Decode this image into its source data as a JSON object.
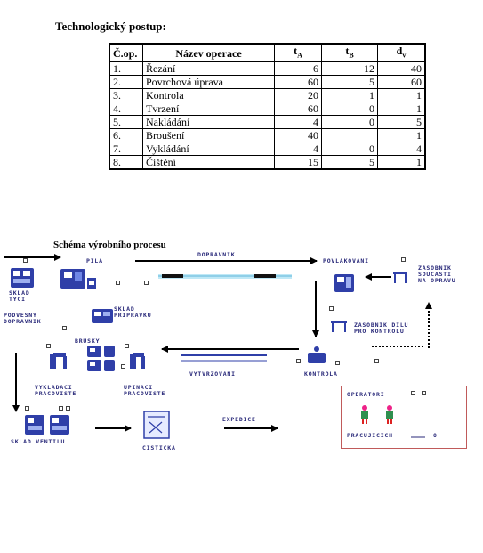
{
  "heading_table": "Technologický postup:",
  "table": {
    "headers": {
      "cop": "Č.op.",
      "name": "Název operace",
      "ta": "t",
      "ta_sub": "A",
      "tb": "t",
      "tb_sub": "B",
      "dv": "d",
      "dv_sub": "v"
    },
    "rows": [
      {
        "cop": "1.",
        "name": "Řezání",
        "ta": "6",
        "tb": "12",
        "dv": "40"
      },
      {
        "cop": "2.",
        "name": "Povrchová úprava",
        "ta": "60",
        "tb": "5",
        "dv": "60"
      },
      {
        "cop": "3.",
        "name": "Kontrola",
        "ta": "20",
        "tb": "1",
        "dv": "1"
      },
      {
        "cop": "4.",
        "name": "Tvrzení",
        "ta": "60",
        "tb": "0",
        "dv": "1"
      },
      {
        "cop": "5.",
        "name": "Nakládání",
        "ta": "4",
        "tb": "0",
        "dv": "5"
      },
      {
        "cop": "6.",
        "name": "Broušení",
        "ta": "40",
        "tb": "",
        "dv": "1"
      },
      {
        "cop": "7.",
        "name": "Vykládání",
        "ta": "4",
        "tb": "0",
        "dv": "4"
      },
      {
        "cop": "8.",
        "name": "Čištění",
        "ta": "15",
        "tb": "5",
        "dv": "1"
      }
    ]
  },
  "heading_diagram": "Schéma výrobního procesu",
  "diagram": {
    "labels": {
      "pila": "PILA",
      "dopravnik": "DOPRAVNIK",
      "povlakovani": "POVLAKOVANI",
      "zasobnik_soucasti": "ZASOBNIK\nSOUCASTI\nNA OPRAVU",
      "sklad_tyci": "SKLAD\nTYCI",
      "sklad_pripravku": "SKLAD\nPRIPRAVKU",
      "podvesny_dopravnik": "PODVESNY\nDOPRAVNIK",
      "zasobnik_dilu": "ZASOBNIK DILU\nPRO KONTROLU",
      "brusky": "BRUSKY",
      "vytvrzovani": "VYTVRZOVANI",
      "kontrola": "KONTROLA",
      "vykladaci": "VYKLADACI\nPRACOVISTE",
      "upinaci": "UPINACI\nPRACOVISTE",
      "operatori": "OPERATORI",
      "pracujicich": "PRACUJICICH",
      "pracujicich_count": "0",
      "expedice": "EXPEDICE",
      "sklad_ventilu": "SKLAD VENTILU",
      "cisticka": "CISTICKA"
    },
    "colors": {
      "machine": "#2f3fa8",
      "arrow": "#000000",
      "operator_box": "#c05a5a",
      "label": "#2a2a7a",
      "conveyor": "#8fd4ee"
    }
  }
}
